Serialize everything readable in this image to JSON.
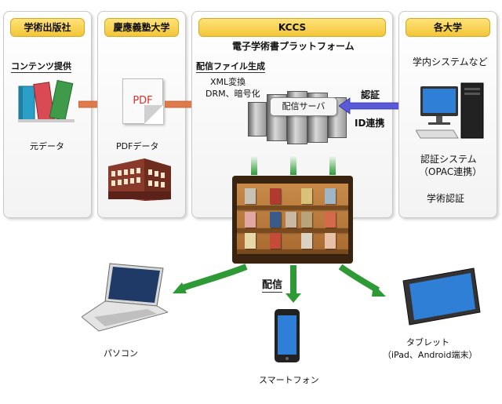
{
  "panels": {
    "publisher": {
      "header": "学術出版社",
      "section_title": "コンテンツ提供",
      "caption": "元データ"
    },
    "university": {
      "header": "慶應義塾大学",
      "caption": "PDFデータ"
    },
    "kccs": {
      "header": "KCCS",
      "subtitle": "電子学術書プラットフォーム",
      "section_title": "配信ファイル生成",
      "processing_line1": "XML変換",
      "processing_line2": "DRM、暗号化",
      "server_label": "配信サーバ"
    },
    "universities": {
      "header": "各大学",
      "subtitle": "学内システムなど",
      "auth_line1": "認証システム",
      "auth_line2": "（OPAC連携）",
      "auth_line3": "学術認証"
    }
  },
  "links": {
    "auth": "認証",
    "id_link": "ID連携"
  },
  "doc_label": "PDF",
  "distribution": {
    "label": "配信",
    "devices": {
      "pc": "パソコン",
      "smartphone": "スマートフォン",
      "tablet_line1": "タブレット",
      "tablet_line2": "（iPad、Android端末）"
    }
  },
  "colors": {
    "header_fill": "#f2c637",
    "arrow_orange": "#e07a4a",
    "arrow_blue": "#5a5ad8",
    "arrow_green": "#2e9a35"
  },
  "icons": [
    "books-icon",
    "pdf-document-icon",
    "building-icon",
    "server-rack-icon",
    "desktop-pc-icon",
    "bookshelf-icon",
    "laptop-icon",
    "smartphone-icon",
    "tablet-icon"
  ]
}
